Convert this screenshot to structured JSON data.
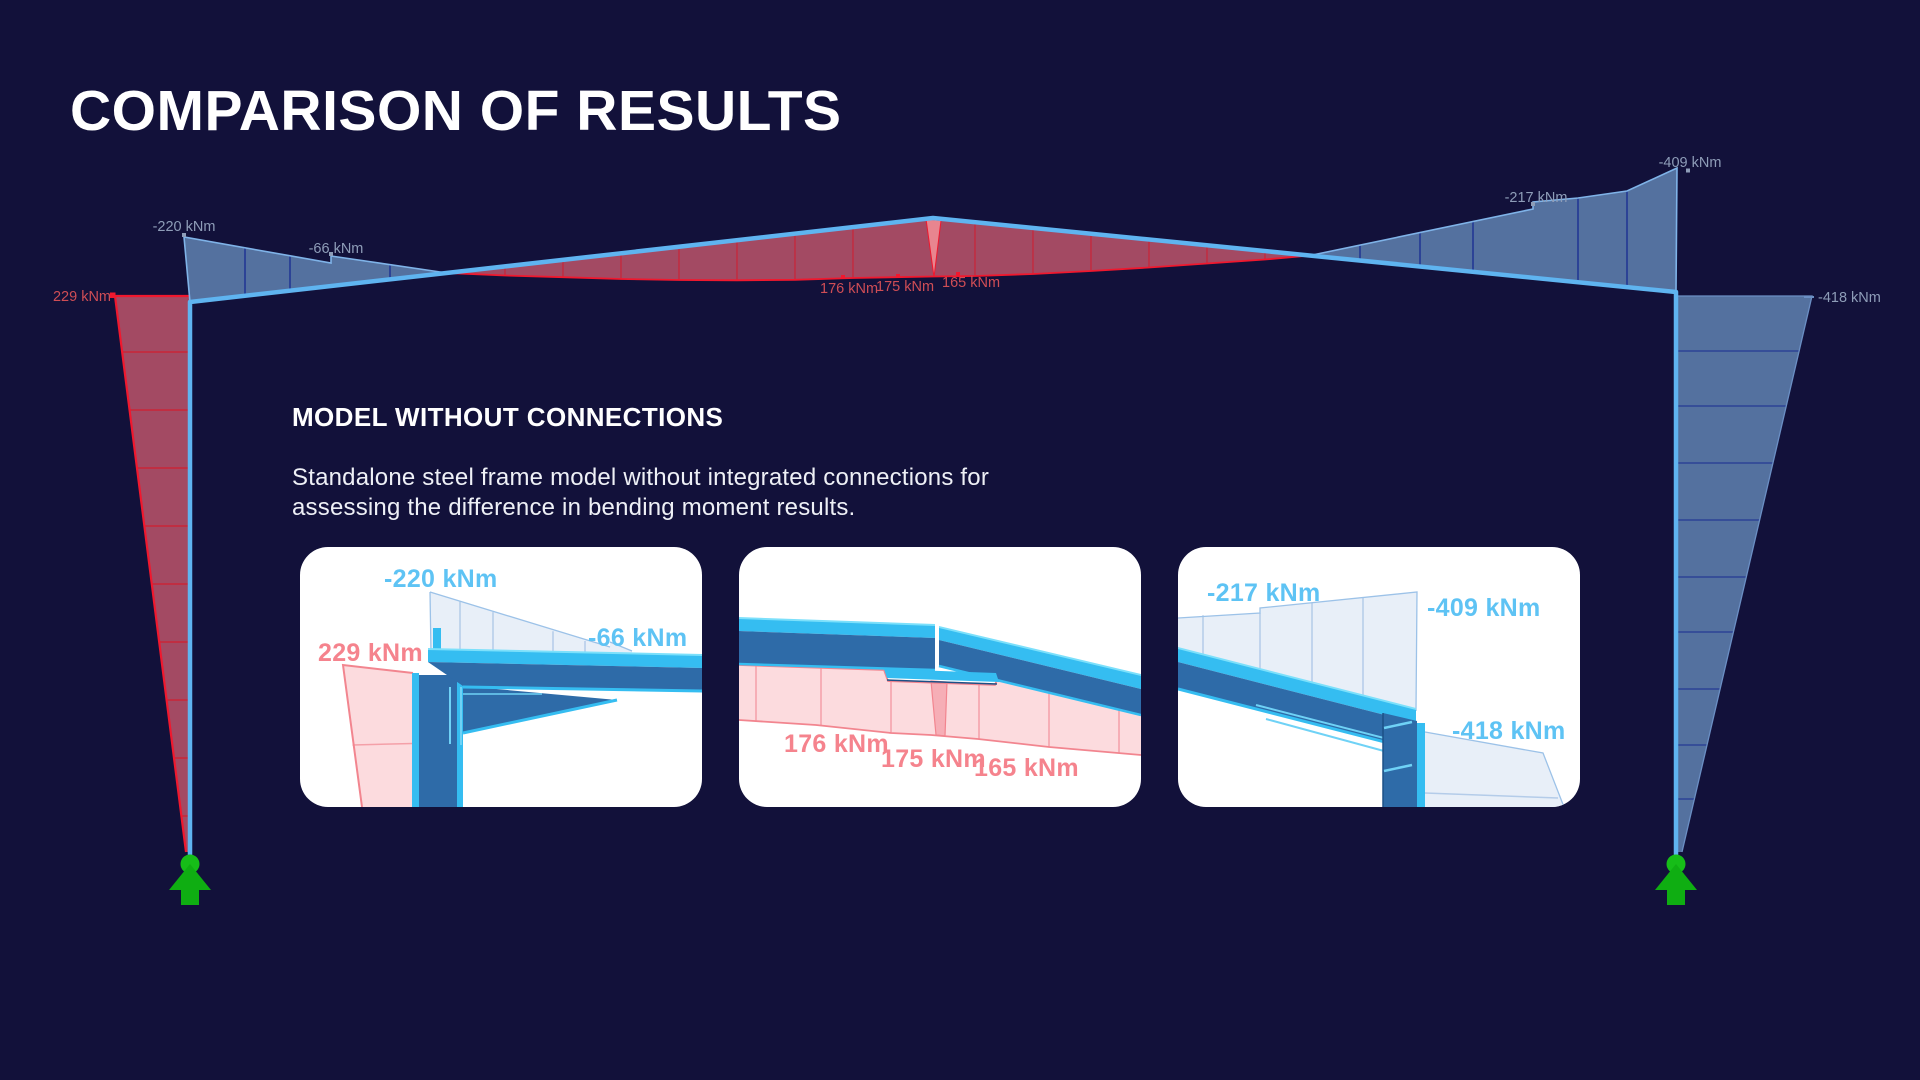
{
  "title": "COMPARISON OF RESULTS",
  "section": {
    "heading": "MODEL WITHOUT CONNECTIONS",
    "description_line1": "Standalone steel frame model without integrated connections for",
    "description_line2": "assessing the difference in bending moment results."
  },
  "diagram": {
    "labels": {
      "left_column": "229 kNm",
      "left_eave": "-220 kNm",
      "left_rafter": "-66 kNm",
      "ridge_left": "176 kNm",
      "ridge_mid": "175 kNm",
      "ridge_right": "165 kNm",
      "right_rafter": "-217 kNm",
      "right_eave": "-409 kNm",
      "right_column": "-418 kNm"
    }
  },
  "cards": {
    "card1": {
      "label_eave_top": "-220 kNm",
      "label_column": "229 kNm",
      "label_rafter": "-66 kNm"
    },
    "card2": {
      "label_left": "176 kNm",
      "label_mid": "175 kNm",
      "label_right": "165 kNm"
    },
    "card3": {
      "label_rafter": "-217 kNm",
      "label_eave": "-409 kNm",
      "label_column": "-418 kNm"
    }
  },
  "theme": {
    "bg": "#12113a",
    "member": "#5fb4f0",
    "sag_fill": "#a34a63",
    "sag_line": "#f0182e",
    "sag_div": "#c92438",
    "spike_pink": "#e8858f",
    "hog_fill": "#54719f",
    "hog_line": "#7fb3e8",
    "hog_edge": "#6b8fc4",
    "hog_div": "#2c4396",
    "support_green": "#0fae12",
    "support_green_light": "#16bd18",
    "label_blue": "#8e9db8",
    "label_red": "#cf4d55",
    "card_bg": "#ffffff",
    "steel_body": "#2e6ba8",
    "steel_edge": "#1c5187",
    "steel_cyan": "#35bdf1",
    "steel_cyan_light": "#7ce0fb",
    "steel_stiffener": "#6fd2f6",
    "pink_fill": "#fcdbde",
    "pink_line": "#f2858f",
    "pink_div": "#f4a0a8",
    "pink_spike": "#f6aeb6",
    "lightblue_fill": "#e8eff8",
    "lightblue_line": "#9cc2e8",
    "lightblue_div": "#b4cce9",
    "blue_text": "#5ec3f4",
    "salmon_text": "#f5838d",
    "text_white": "#ffffff",
    "text_soft": "#eef0f6"
  }
}
